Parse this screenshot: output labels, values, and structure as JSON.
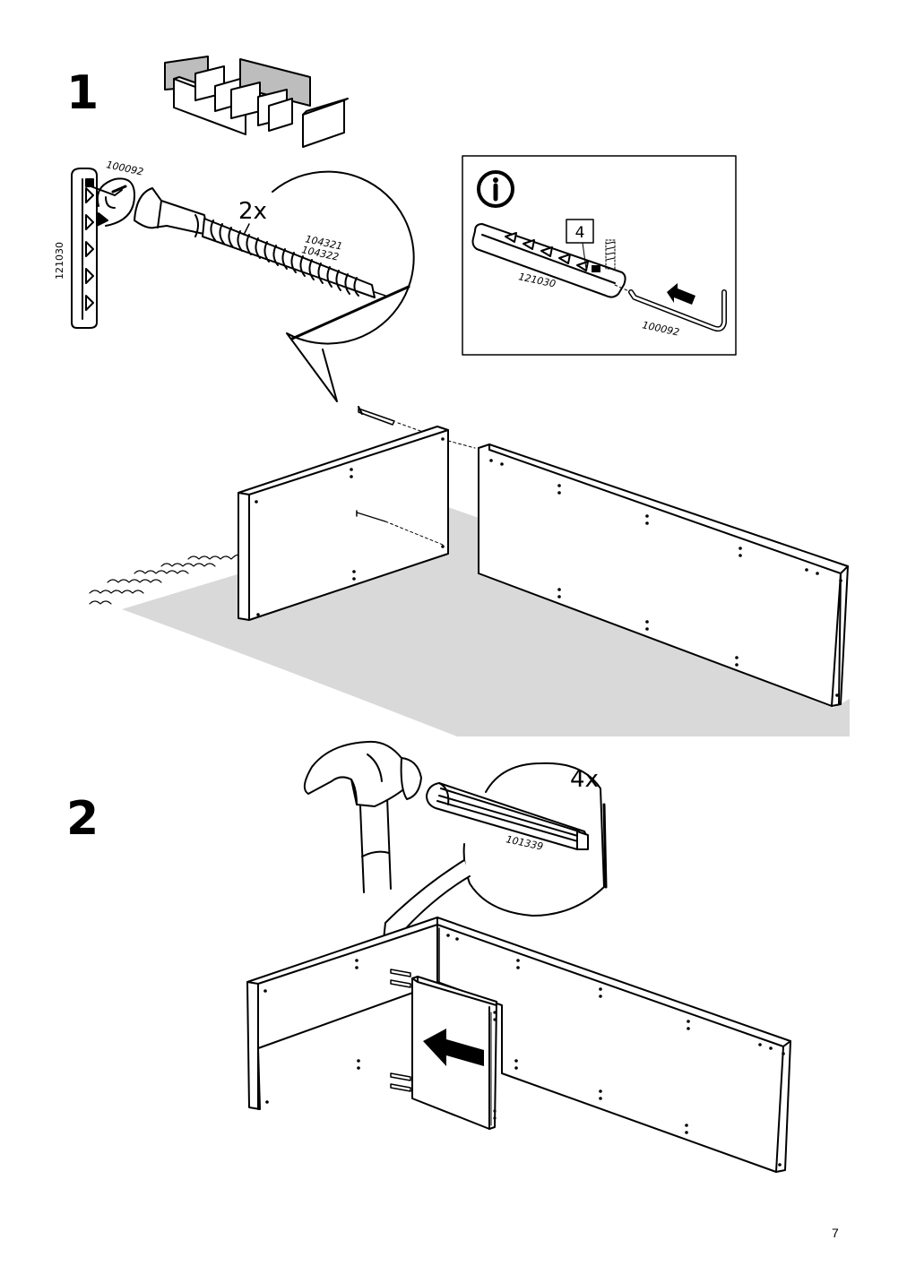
{
  "steps": [
    {
      "number": "1"
    },
    {
      "number": "2"
    }
  ],
  "step1": {
    "allen_key_id": "100092",
    "connector_id": "121030",
    "quantity": "2x",
    "screw_ids": [
      "104321",
      "104322"
    ],
    "info_box": {
      "setting_value": "4",
      "connector_id": "121030",
      "allen_key_id": "100092"
    }
  },
  "step2": {
    "quantity": "4x",
    "dowel_id": "101339"
  },
  "page_number": "7"
}
